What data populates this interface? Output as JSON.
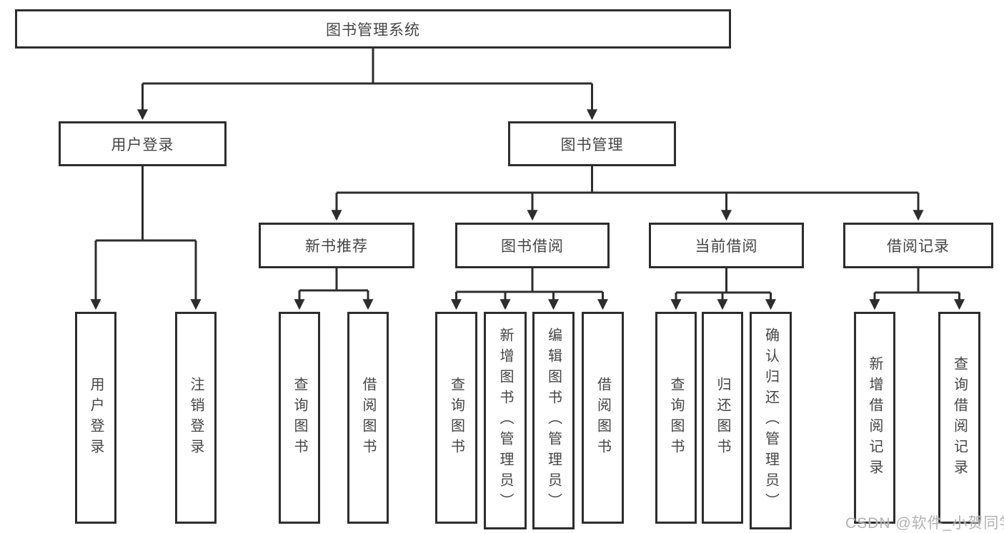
{
  "diagram": {
    "type": "functional-structure-tree",
    "colors": {
      "line": "#2d2d2d",
      "box_border": "#2d2d2d",
      "box_fill": "#ffffff",
      "text": "#454545",
      "watermark_text_color": "#ababab"
    },
    "nodes": {
      "root": {
        "label": "图书管理系统"
      },
      "user_login": {
        "label": "用户登录"
      },
      "book_management": {
        "label": "图书管理"
      },
      "new_book_recommend": {
        "label": "新书推荐"
      },
      "book_borrow": {
        "label": "图书借阅"
      },
      "current_borrow": {
        "label": "当前借阅"
      },
      "borrow_records": {
        "label": "借阅记录"
      },
      "leaf_user_login": {
        "label": "用户登录"
      },
      "leaf_logout": {
        "label": "注销登录"
      },
      "nbr_query_book": {
        "label": "查询图书"
      },
      "nbr_borrow_book": {
        "label": "借阅图书"
      },
      "bb_query_book": {
        "label": "查询图书"
      },
      "bb_add_book_admin": {
        "label": "新增图书（管理员）"
      },
      "bb_edit_book_admin": {
        "label": "编辑图书（管理员）"
      },
      "bb_borrow_book": {
        "label": "借阅图书"
      },
      "cb_query_book": {
        "label": "查询图书"
      },
      "cb_return_book": {
        "label": "归还图书"
      },
      "cb_confirm_return_admin": {
        "label": "确认归还（管理员）"
      },
      "br_add_record": {
        "label": "新增借阅记录"
      },
      "br_query_record": {
        "label": "查询借阅记录"
      }
    },
    "watermark": {
      "text": "CSDN @软件_小贺同学"
    }
  }
}
